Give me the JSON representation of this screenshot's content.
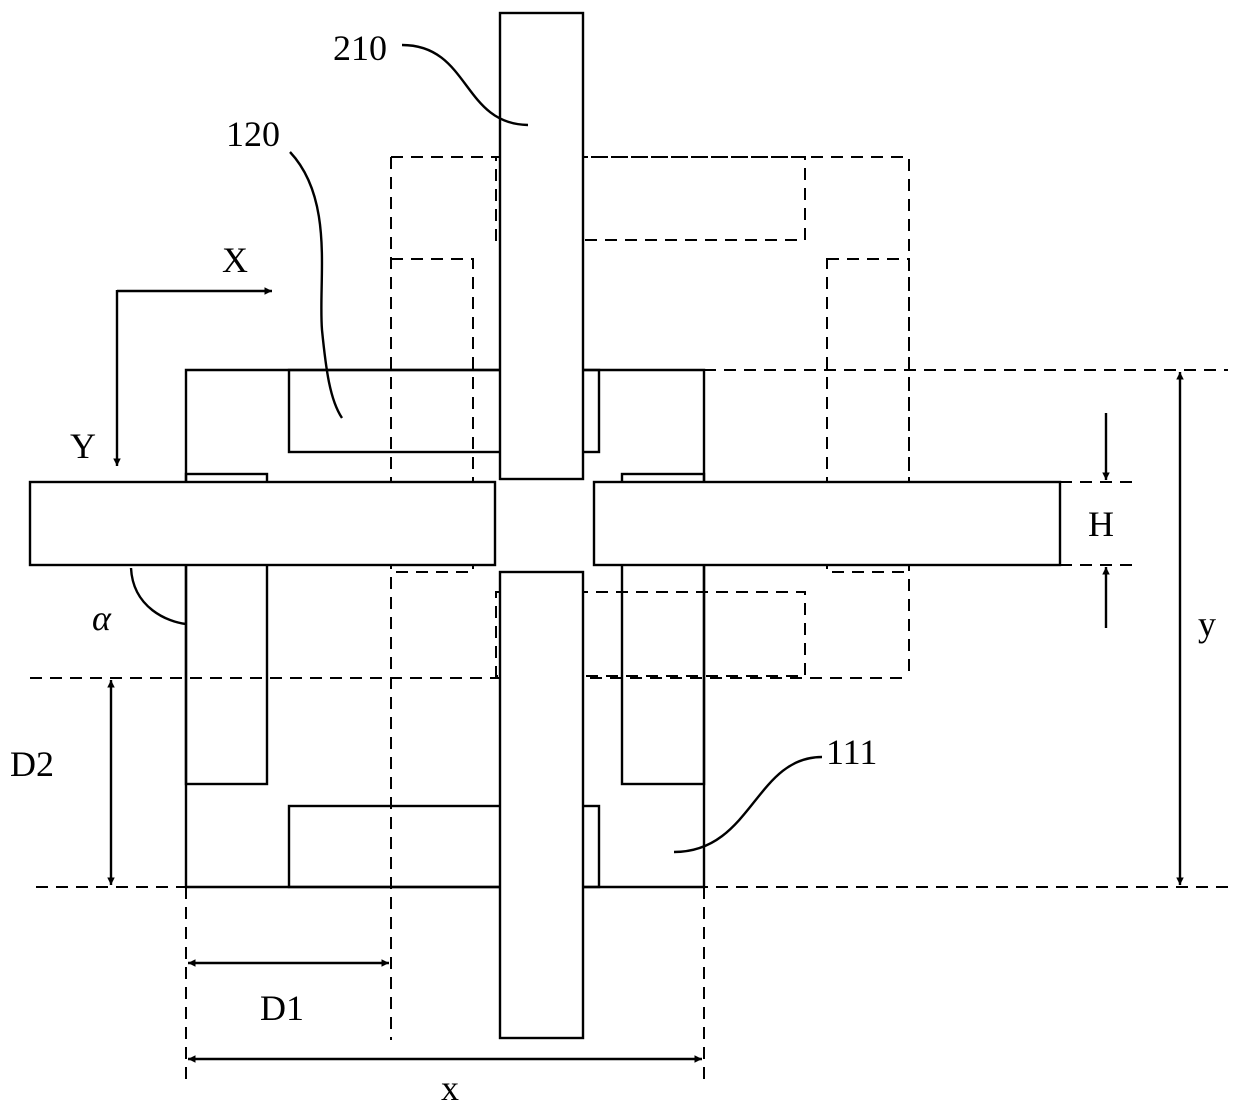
{
  "labels": {
    "ref_210": "210",
    "ref_120": "120",
    "ref_111": "111",
    "axis_x": "X",
    "axis_y": "Y",
    "angle": "α",
    "dim_h": "H",
    "dim_y": "y",
    "dim_d2": "D2",
    "dim_d1": "D1",
    "dim_x": "x"
  }
}
